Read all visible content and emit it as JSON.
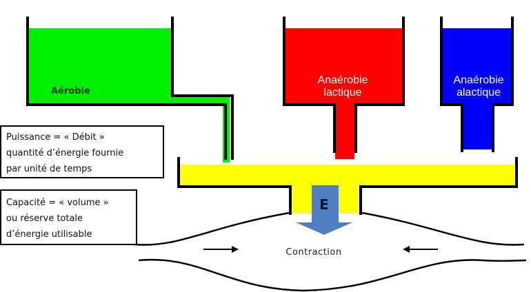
{
  "colors": {
    "aerobic": "#00ee00",
    "lactic": "#ff0000",
    "alactic": "#0000ff",
    "common_reservoir": "#ffff00",
    "energy_arrow": "#4f7fc0",
    "walls": "#000000"
  },
  "reservoirs": {
    "aerobic": {
      "label_lines": [
        "Aérobie"
      ]
    },
    "lactic": {
      "label_lines": [
        "Anaérobie",
        "lactique"
      ]
    },
    "alactic": {
      "label_lines": [
        "Anaérobie",
        "alactique"
      ]
    }
  },
  "energy": {
    "label": "E"
  },
  "boxes": {
    "power": {
      "lines": [
        "Puissance = « Débit »",
        "quantité d’énergie fournie",
        "par unité de temps"
      ]
    },
    "capacity": {
      "lines": [
        "Capacité = « volume »",
        "ou réserve totale",
        "d’énergie utilisable"
      ]
    }
  },
  "muscle": {
    "label": "Contraction"
  }
}
